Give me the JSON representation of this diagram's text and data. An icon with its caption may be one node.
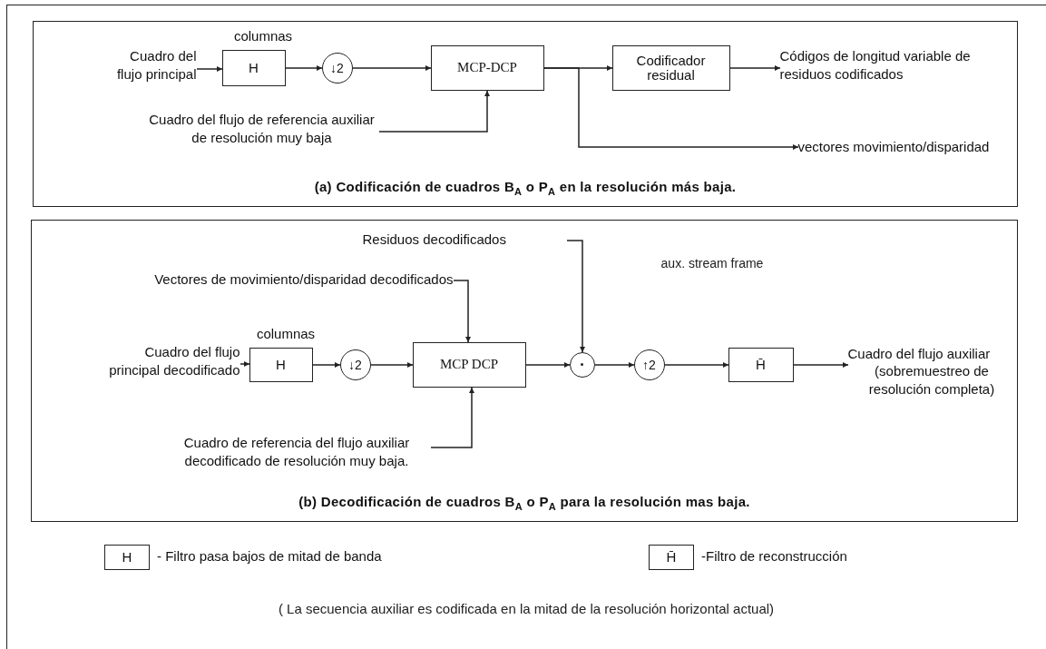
{
  "diagram": {
    "nodes": [
      {
        "text": [
          "(a) Codificación de cuadros B$_{A}$ o P$_{A}$ en la resolución más baja."
        ]
      },
      {
        "text": [
          "Cuadro del flujo principal"
        ],
        "in": 0
      },
      {
        "text": [
          "H"
        ],
        "beside": [
          "columnas"
        ],
        "in": 0
      },
      {
        "text": [
          "↓2"
        ],
        "in": 0
      },
      {
        "text": [
          "MCP-DCP"
        ],
        "in": 0
      },
      {
        "text": [
          "Codificador residual"
        ],
        "in": 0
      },
      {
        "text": [
          "Códigos de longitud variable de residuos codificados"
        ],
        "in": 0
      },
      {
        "text": [
          "Cuadro del flujo de referencia auxiliar de resolución muy baja"
        ],
        "in": 0
      },
      {
        "text": [
          "vectores movimiento/disparidad"
        ],
        "in": 0
      },
      {
        "text": [
          "(b) Decodificación de cuadros B$_{A}$ o P$_{A}$ para la resolución mas baja."
        ]
      },
      {
        "text": [
          "Residuos decodificados"
        ],
        "in": 9
      },
      {
        "text": [
          "Vectores de movimiento/disparidad decodificados"
        ],
        "in": 9
      },
      {
        "text": [
          "Cuadro del flujo principal decodificado"
        ],
        "in": 9
      },
      {
        "text": [
          "H"
        ],
        "beside": [
          "columnas"
        ],
        "in": 9
      },
      {
        "text": [
          "↓2"
        ],
        "in": 9
      },
      {
        "text": [
          "MCP DCP"
        ],
        "in": 9
      },
      {
        "text": [],
        "shape": "circle",
        "in": 9
      },
      {
        "text": [
          "↑2"
        ],
        "in": 9
      },
      {
        "text": [
          "H̄"
        ],
        "in": 9
      },
      {
        "text": [
          "Cuadro del flujo auxiliar",
          "(sobremuestreo de resolución completa)"
        ],
        "in": 9
      },
      {
        "text": [
          "Cuadro de referencia del flujo auxiliar decodificado de resolución muy baja."
        ],
        "in": 9
      },
      {
        "text": [
          "H"
        ],
        "beside": [
          "- Filtro pasa bajos de mitad de banda"
        ]
      },
      {
        "text": [
          "H̄"
        ],
        "beside": [
          "-Filtro de reconstrucción"
        ]
      }
    ],
    "edges": [
      {
        "from": 1,
        "to": 2,
        "arrow": "to"
      },
      {
        "from": 2,
        "to": 3,
        "arrow": "to"
      },
      {
        "from": 3,
        "to": 4,
        "arrow": "to"
      },
      {
        "from": 4,
        "to": 5,
        "arrow": "to"
      },
      {
        "from": 5,
        "to": 6,
        "arrow": "to"
      },
      {
        "from": 7,
        "to": 4,
        "arrow": "to"
      },
      {
        "from": 4,
        "to": 8,
        "arrow": "to"
      },
      {
        "from": 10,
        "to": 16,
        "arrow": "to"
      },
      {
        "from": 11,
        "to": 15,
        "arrow": "to"
      },
      {
        "from": 12,
        "to": 13,
        "arrow": "to"
      },
      {
        "from": 13,
        "to": 14,
        "arrow": "to"
      },
      {
        "from": 14,
        "to": 15,
        "arrow": "to"
      },
      {
        "from": 20,
        "to": 15,
        "arrow": "to"
      },
      {
        "from": 15,
        "to": 16,
        "arrow": "to"
      },
      {
        "from": 16,
        "to": 17,
        "arrow": "to"
      },
      {
        "from": 17,
        "to": 18,
        "arrow": "to"
      },
      {
        "from": 18,
        "to": 19,
        "arrow": "to"
      }
    ],
    "labels": [
      "aux. stream frame",
      "( La secuencia auxiliar es codificada en la mitad de la resolución horizontal actual)"
    ]
  }
}
